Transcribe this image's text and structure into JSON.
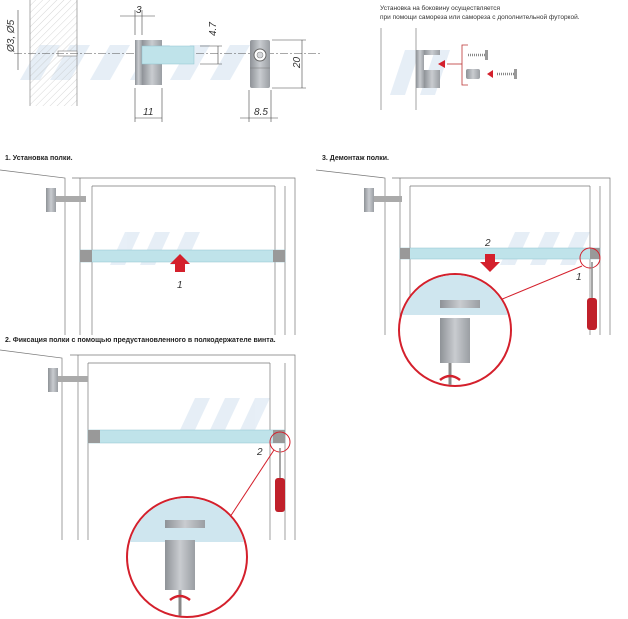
{
  "dimensions": {
    "hole_diameter": "Ø3, Ø5",
    "glass_offset": "3",
    "glass_thickness": "4.7",
    "height": "20",
    "depth": "11",
    "width": "8.5"
  },
  "mounting_note": {
    "line1": "Установка на боковину осуществляется",
    "line2": "при помощи самореза или самореза с дополнительной футоркой."
  },
  "steps": [
    {
      "title": "1. Установка полки.",
      "markers": [
        "1"
      ]
    },
    {
      "title": "2. Фиксация полки с помощью предустановленного в полкодержателе винта.",
      "markers": [
        "2"
      ]
    },
    {
      "title": "3. Демонтаж полки.",
      "markers": [
        "2",
        "1"
      ]
    }
  ],
  "colors": {
    "glass": "#bfe3ea",
    "arrow": "#d4202c",
    "metal": "#a9adb2",
    "watermark": "#e4edf6"
  }
}
